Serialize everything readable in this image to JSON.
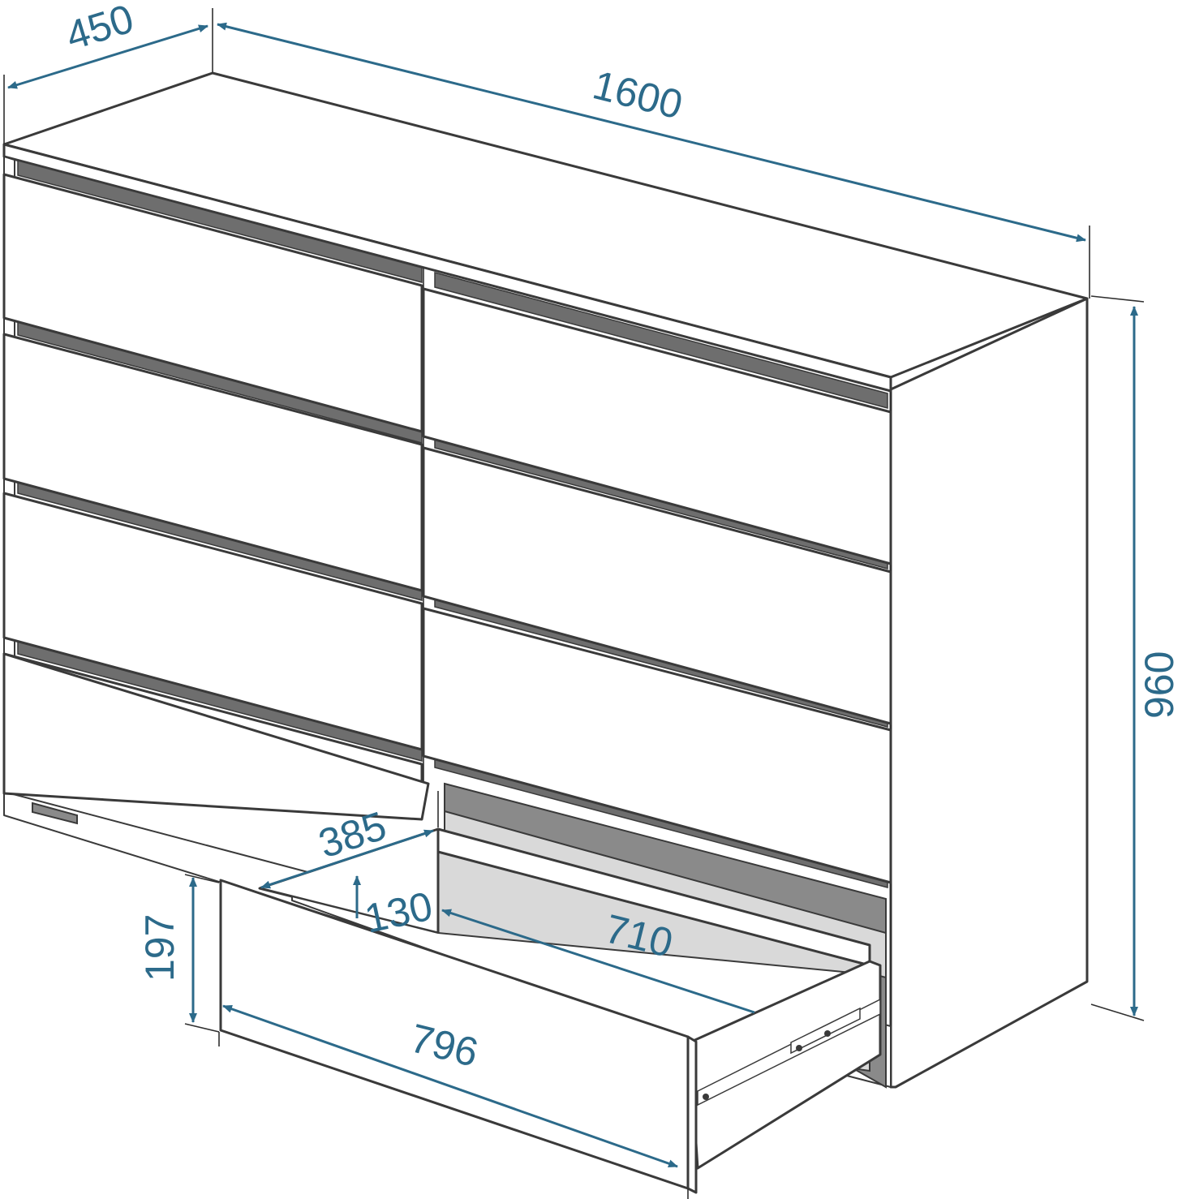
{
  "dimensions": {
    "depth": "450",
    "width": "1600",
    "height": "960",
    "drawer_inner_depth": "385",
    "drawer_inner_height": "130",
    "drawer_inner_width": "710",
    "drawer_front_height": "197",
    "drawer_front_width": "796"
  },
  "colors": {
    "dimension": "#2c6a8a",
    "outline": "#3a3a3a",
    "shadow": "#6e6e6e"
  }
}
